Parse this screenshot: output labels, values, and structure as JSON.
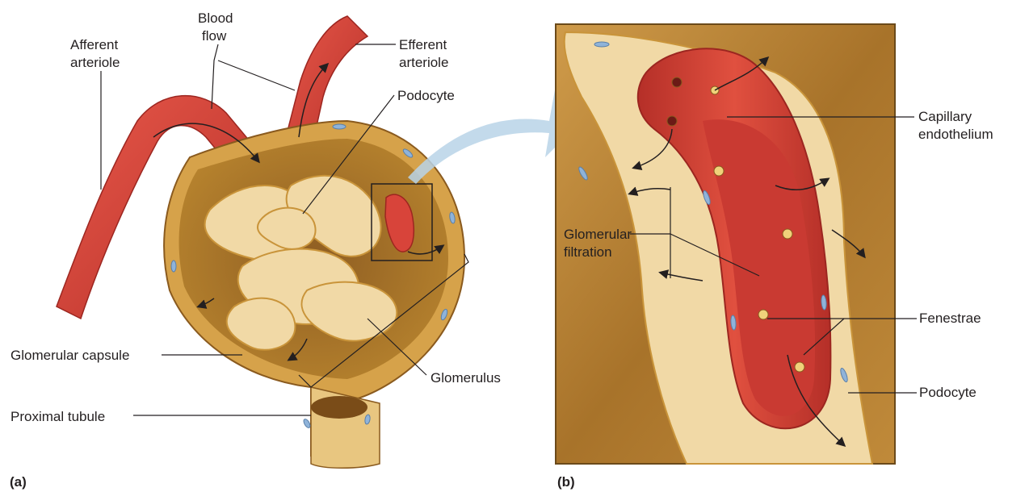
{
  "panel_a": {
    "part_label": "(a)",
    "labels": {
      "afferent_arteriole": [
        "Afferent",
        "arteriole"
      ],
      "blood_flow": [
        "Blood",
        "flow"
      ],
      "efferent_arteriole": [
        "Efferent",
        "arteriole"
      ],
      "podocyte": "Podocyte",
      "glomerular_capsule": "Glomerular capsule",
      "proximal_tubule": "Proximal tubule",
      "glomerulus": "Glomerulus"
    }
  },
  "panel_b": {
    "part_label": "(b)",
    "labels": {
      "capillary_endothelium": [
        "Capillary",
        "endothelium"
      ],
      "glomerular_filtration": [
        "Glomerular",
        "filtration"
      ],
      "fenestrae": "Fenestrae",
      "podocyte": "Podocyte"
    }
  },
  "colors": {
    "vessel_red": "#d8443a",
    "capsule_tan": "#c9943a",
    "glomerulus_cream": "#f1d9a6",
    "background_brown": "#b07a2a",
    "callout_blue": "#b8d4e8"
  }
}
